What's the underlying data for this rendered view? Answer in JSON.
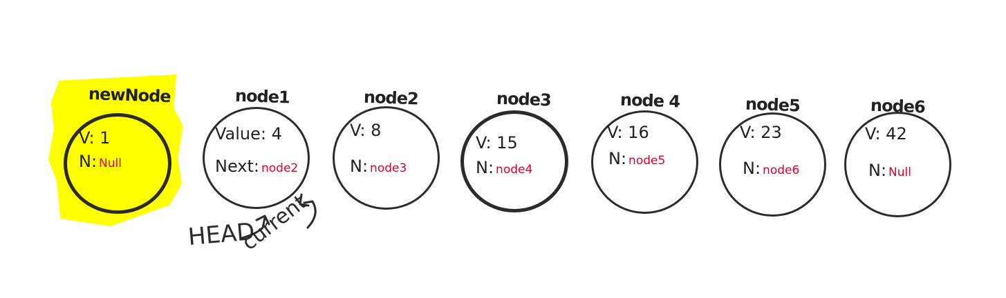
{
  "nodes": [
    {
      "title": "newNode",
      "value": "V: 1",
      "next_label": "N:",
      "next": "Null"
    },
    {
      "title": "node1",
      "value": "Value: 4",
      "next_label": "Next:",
      "next": "node2"
    },
    {
      "title": "node2",
      "value": "V: 8",
      "next_label": "N:",
      "next": "node3"
    },
    {
      "title": "node3",
      "value": "V: 15",
      "next_label": "N:",
      "next": "node4"
    },
    {
      "title": "node 4",
      "value": "V: 16",
      "next_label": "N:",
      "next": "node5"
    },
    {
      "title": "node5",
      "value": "V: 23",
      "next_label": "N:",
      "next": "node6"
    },
    {
      "title": "node6",
      "value": "V: 42",
      "next_label": "N:",
      "next": "Null"
    }
  ],
  "labels": {
    "head": "HEAD",
    "current": "current"
  },
  "colors": {
    "highlight": "#ffff00",
    "reference": "#e0002a",
    "ink": "#2b2b2b"
  }
}
